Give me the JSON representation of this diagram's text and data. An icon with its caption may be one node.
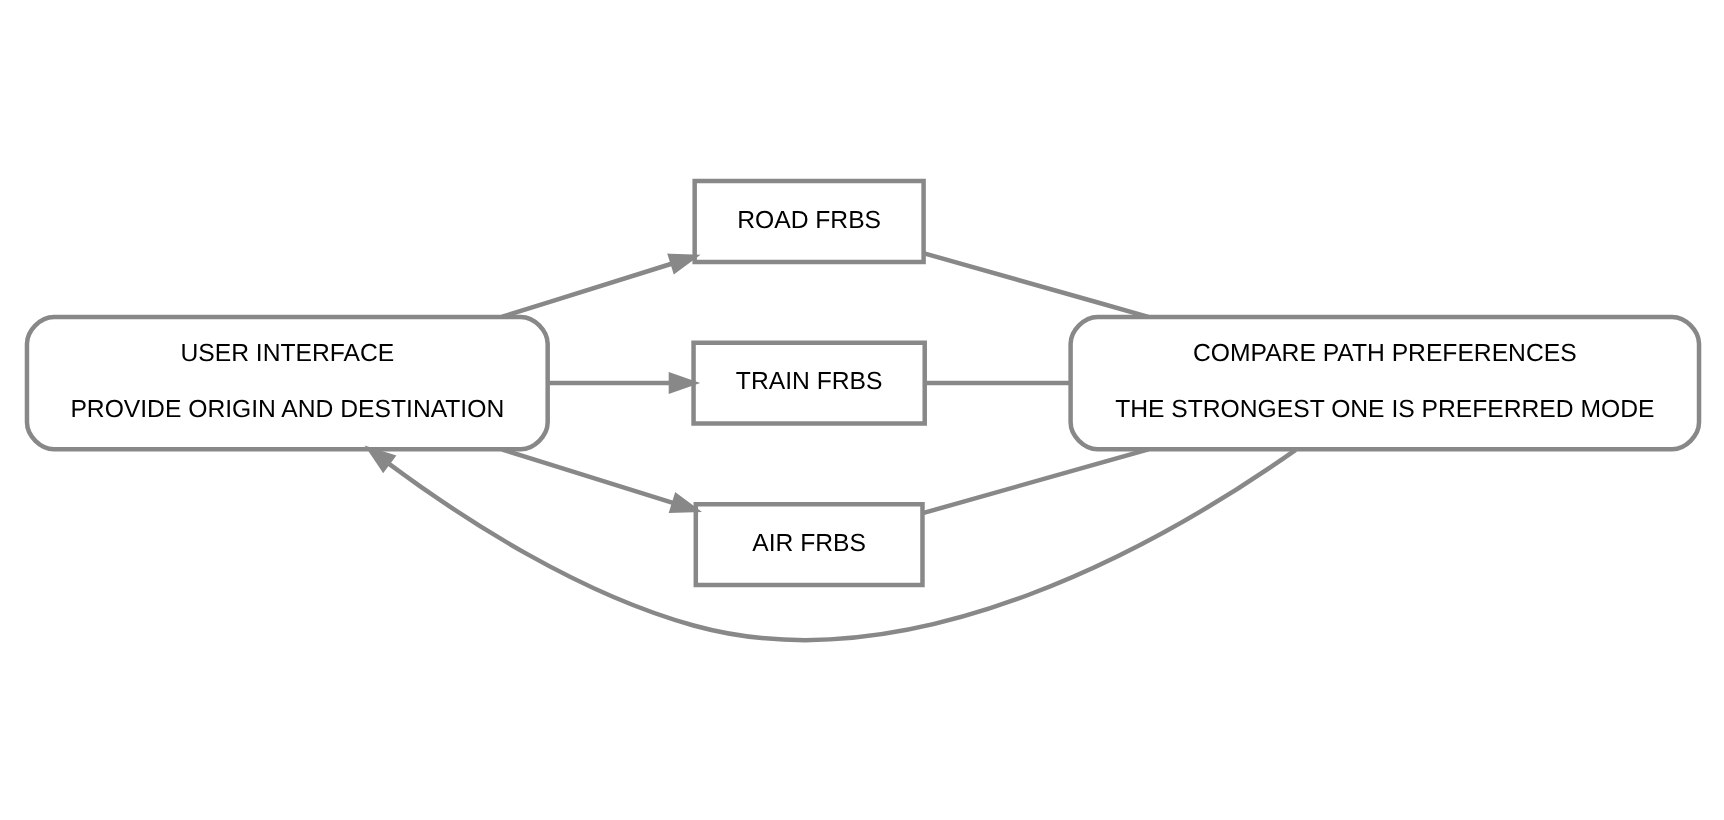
{
  "diagram": {
    "nodes": [
      {
        "text": [
          "USER INTERFACE",
          "PROVIDE ORIGIN AND DESTINATION"
        ]
      },
      {
        "text": [
          "ROAD FRBS"
        ]
      },
      {
        "text": [
          "TRAIN FRBS"
        ]
      },
      {
        "text": [
          "AIR FRBS"
        ]
      },
      {
        "text": [
          "COMPARE PATH PREFERENCES",
          "THE STRONGEST ONE IS PREFERRED MODE"
        ]
      }
    ],
    "edges": [
      {
        "from": 0,
        "to": 1,
        "arrow": "to"
      },
      {
        "from": 0,
        "to": 2,
        "arrow": "to"
      },
      {
        "from": 0,
        "to": 3,
        "arrow": "to"
      },
      {
        "from": 1,
        "to": 4,
        "arrow": "none"
      },
      {
        "from": 2,
        "to": 4,
        "arrow": "none"
      },
      {
        "from": 3,
        "to": 4,
        "arrow": "none"
      },
      {
        "from": 4,
        "to": 0,
        "arrow": "to"
      }
    ]
  }
}
